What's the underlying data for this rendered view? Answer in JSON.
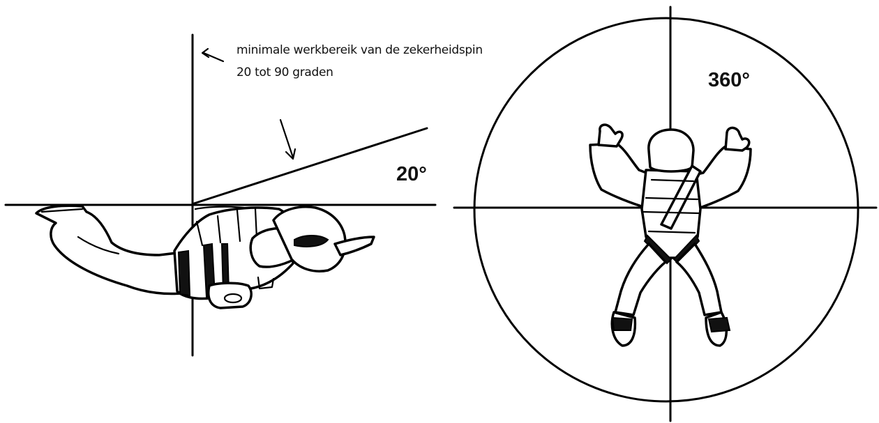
{
  "annotation": {
    "line1": "minimale werkbereik van de zekerheidspin",
    "line2": "20 tot 90 graden"
  },
  "side_view": {
    "angle_label": "20°"
  },
  "top_view": {
    "angle_label": "360°"
  },
  "icons": {
    "side": "skydiver-side-view-icon",
    "top": "skydiver-top-view-icon"
  }
}
